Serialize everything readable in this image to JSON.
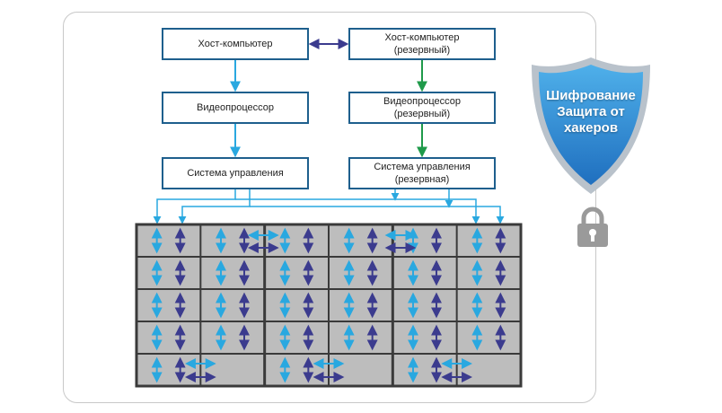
{
  "diagram": {
    "nodes": {
      "host": {
        "line1": "Хост-компьютер"
      },
      "host_backup": {
        "line1": "Хост-компьютер",
        "line2": "(резервный)"
      },
      "video": {
        "line1": "Видеопроцессор"
      },
      "video_backup": {
        "line1": "Видеопроцессор",
        "line2": "(резервный)"
      },
      "control": {
        "line1": "Система управления"
      },
      "control_backup": {
        "line1": "Система управления",
        "line2": "(резервная)"
      }
    },
    "shield": {
      "line1": "Шифрование",
      "line2": "Защита от",
      "line3": "хакеров"
    },
    "wall": {
      "rows": 5,
      "cols": 6,
      "panels": 3
    },
    "colors": {
      "box_border": "#1e5f8d",
      "primary_arrow": "#29a8e0",
      "backup_arrow": "#1f9a4a",
      "dark_arrow": "#3b3b8e",
      "wall_fill": "#bdbdbd",
      "wall_line": "#3a3a3a",
      "shield_fill": "#2f8fd3",
      "shield_rim": "#b9c2cb",
      "lock": "#9a9a9a"
    },
    "icons": [
      "shield-icon",
      "lock-icon"
    ]
  }
}
